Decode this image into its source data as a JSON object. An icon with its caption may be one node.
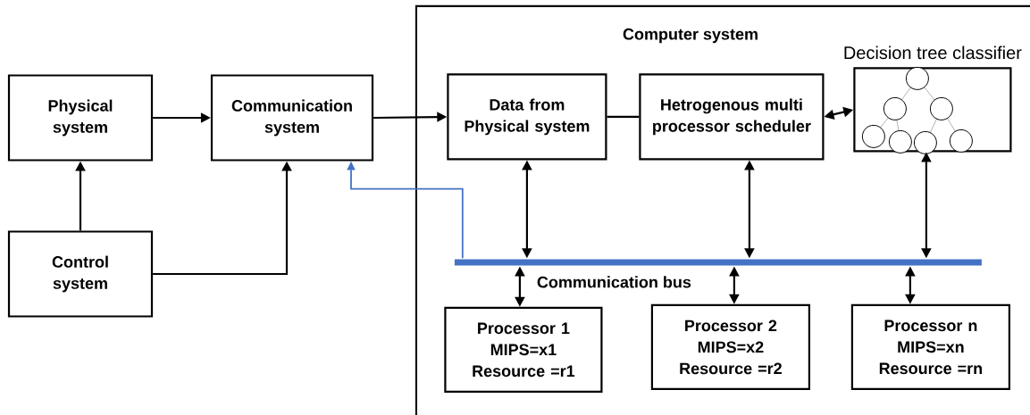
{
  "diagram": {
    "nodes": [
      {
        "text": [
          "Computer system"
        ]
      },
      {
        "text": [
          "Physical system"
        ]
      },
      {
        "text": [
          "Communication system"
        ]
      },
      {
        "text": [
          "Control system"
        ]
      },
      {
        "text": [
          "Data from Physical system"
        ],
        "in": 0
      },
      {
        "text": [
          "Hetrogenous multi processor scheduler"
        ],
        "in": 0
      },
      {
        "text": [
          "Decision tree classifier"
        ],
        "in": 0
      },
      {
        "text": [],
        "shape": "bar",
        "beside": [
          "Communication bus"
        ],
        "in": 0
      },
      {
        "text": [
          "Processor 1",
          "MIPS=x1",
          "Resource =r1"
        ],
        "in": 0
      },
      {
        "text": [
          "Processor 2",
          "MIPS=x2",
          "Resource =r2"
        ],
        "in": 0
      },
      {
        "text": [
          "Processor n",
          "MIPS=xn",
          "Resource =rn"
        ],
        "in": 0
      }
    ],
    "edges": [
      {
        "from": 1,
        "to": 2,
        "arrow": "to"
      },
      {
        "from": 3,
        "to": 1,
        "arrow": "to"
      },
      {
        "from": 3,
        "to": 2,
        "arrow": "to"
      },
      {
        "from": 2,
        "to": 4,
        "arrow": "to"
      },
      {
        "from": 4,
        "to": 5,
        "arrow": "none"
      },
      {
        "from": 5,
        "to": 6,
        "arrow": "both"
      },
      {
        "from": 4,
        "to": 7,
        "arrow": "both"
      },
      {
        "from": 5,
        "to": 7,
        "arrow": "both"
      },
      {
        "from": 6,
        "to": 7,
        "arrow": "both"
      },
      {
        "from": 7,
        "to": 8,
        "arrow": "both"
      },
      {
        "from": 7,
        "to": 9,
        "arrow": "both"
      },
      {
        "from": 7,
        "to": 10,
        "arrow": "both"
      },
      {
        "from": 7,
        "to": 2,
        "arrow": "to",
        "color": "#4472c4"
      }
    ]
  }
}
